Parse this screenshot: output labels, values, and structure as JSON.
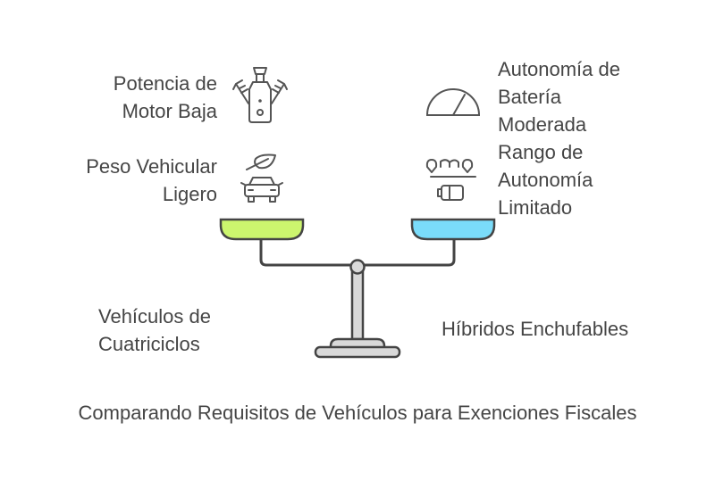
{
  "title": "Comparando Requisitos de Vehículos para Exenciones Fiscales",
  "left": {
    "category": [
      "Vehículos de",
      "Cuatriciclos"
    ],
    "pan_color": "#CCF56E",
    "items": [
      {
        "label": [
          "Potencia de",
          "Motor Baja"
        ],
        "icon": "engine-icon"
      },
      {
        "label": [
          "Peso Vehicular",
          "Ligero"
        ],
        "icon": "leaf-car-icon"
      }
    ]
  },
  "right": {
    "category": [
      "Híbridos Enchufables"
    ],
    "pan_color": "#7ADCFA",
    "items": [
      {
        "label": [
          "Autonomía de",
          "Batería",
          "Moderada"
        ],
        "icon": "gauge-icon"
      },
      {
        "label": [
          "Rango de",
          "Autonomía",
          "Limitado"
        ],
        "icon": "route-battery-icon"
      }
    ]
  }
}
